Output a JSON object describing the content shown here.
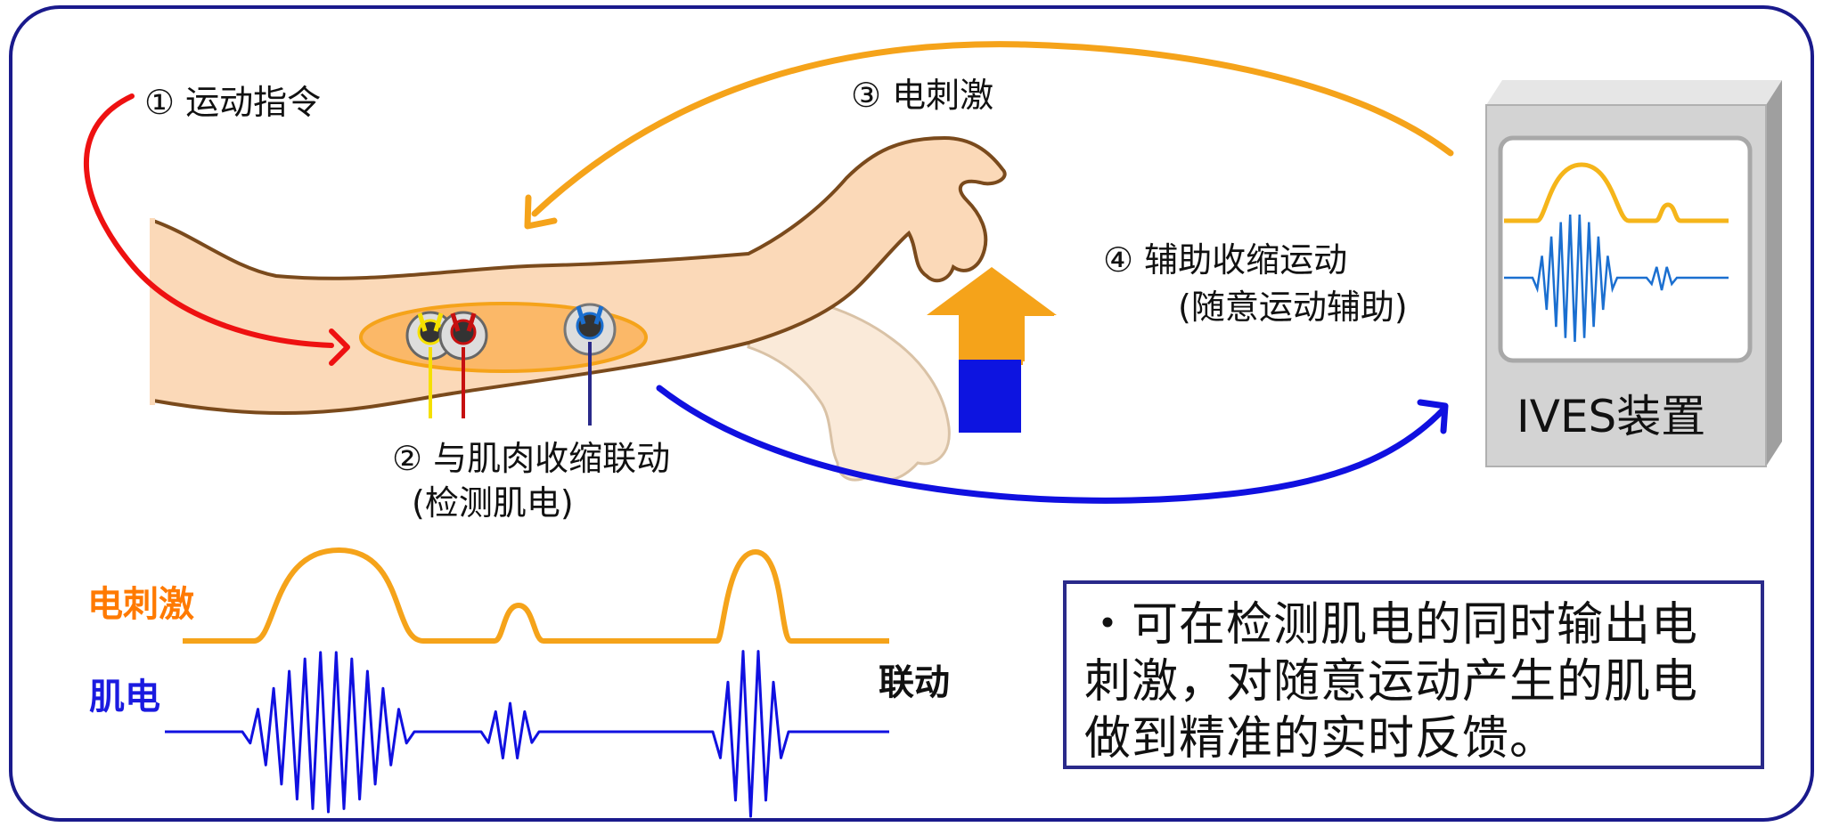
{
  "labels": {
    "step1": "① 运动指令",
    "step2_line1": "② 与肌肉收缩联动",
    "step2_line2": "(检测肌电)",
    "step3": "③ 电刺激",
    "step4_line1": "④ 辅助收缩运动",
    "step4_line2": "(随意运动辅助)",
    "device": "IVES装置"
  },
  "waveforms": {
    "stim_label": "电刺激",
    "emg_label": "肌电",
    "link_label": "联动"
  },
  "note": {
    "line1": "・可在检测肌电的同时输出电",
    "line2": "刺激，对随意运动产生的肌电",
    "line3": "做到精准的实时反馈。"
  },
  "colors": {
    "frame": "#1a1a8c",
    "red_arrow": "#ee1111",
    "orange_arrow": "#f5a31a",
    "blue_arrow": "#1010e0",
    "skin": "#fbd9b8",
    "skin_outline": "#7a4a1c",
    "stim_wave": "#f5a31a",
    "emg_wave": "#1010e0",
    "stim_label": "#ff7a00",
    "emg_label": "#1a1ae0",
    "device_gray": "#cfcfcf"
  }
}
